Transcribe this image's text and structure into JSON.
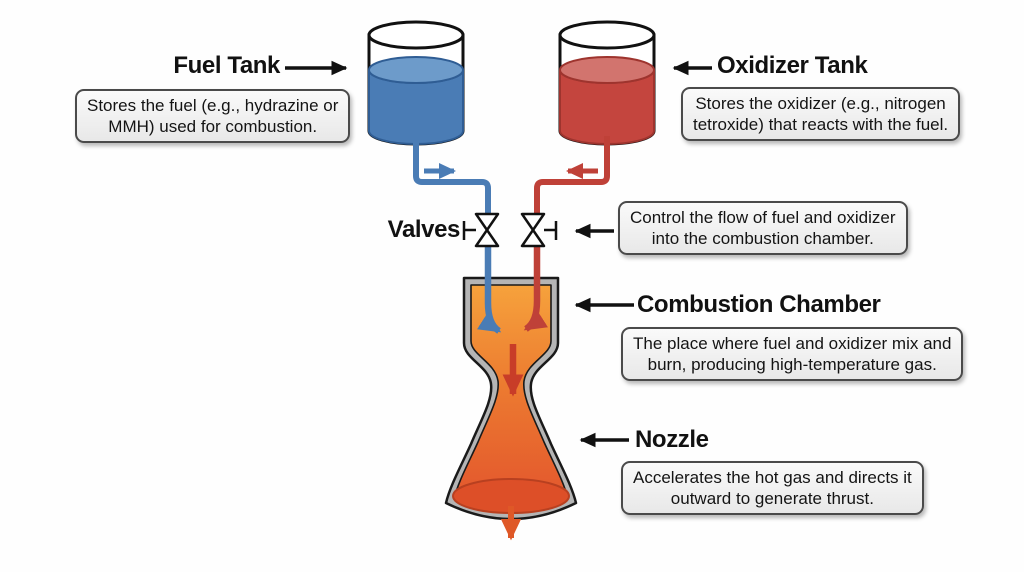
{
  "components": {
    "fuel_tank": {
      "label": "Fuel Tank",
      "desc_line1": "Stores the fuel (e.g., hydrazine or",
      "desc_line2": "MMH) used for combustion."
    },
    "oxidizer_tank": {
      "label": "Oxidizer Tank",
      "desc_line1": "Stores the oxidizer (e.g., nitrogen",
      "desc_line2": "tetroxide) that reacts with the fuel."
    },
    "valves": {
      "label": "Valves",
      "desc_line1": "Control the flow of fuel and oxidizer",
      "desc_line2": "into the combustion chamber."
    },
    "combustion_chamber": {
      "label": "Combustion Chamber",
      "desc_line1": "The place where fuel and oxidizer mix and",
      "desc_line2": "burn, producing high-temperature gas."
    },
    "nozzle": {
      "label": "Nozzle",
      "desc_line1": "Accelerates the hot gas and directs it",
      "desc_line2": "outward to generate thrust."
    }
  },
  "colors": {
    "fuel_blue": "#4a7cb5",
    "fuel_blue_light": "#6d9bca",
    "fuel_blue_dark": "#2f5d94",
    "oxidizer_red": "#c4453e",
    "oxidizer_red_light": "#d2746e",
    "oxidizer_red_dark": "#9e342e",
    "pipe_red": "#bf4138",
    "flame_top": "#f6a23c",
    "flame_mid": "#ec7a30",
    "flame_bottom": "#e2532d",
    "throat_arrow_red": "#c83d28",
    "exit_arrow_orange": "#df5827",
    "wall_gray": "#b5b5b5",
    "annotation_black": "#111111",
    "box_border": "#4a4a4a"
  }
}
